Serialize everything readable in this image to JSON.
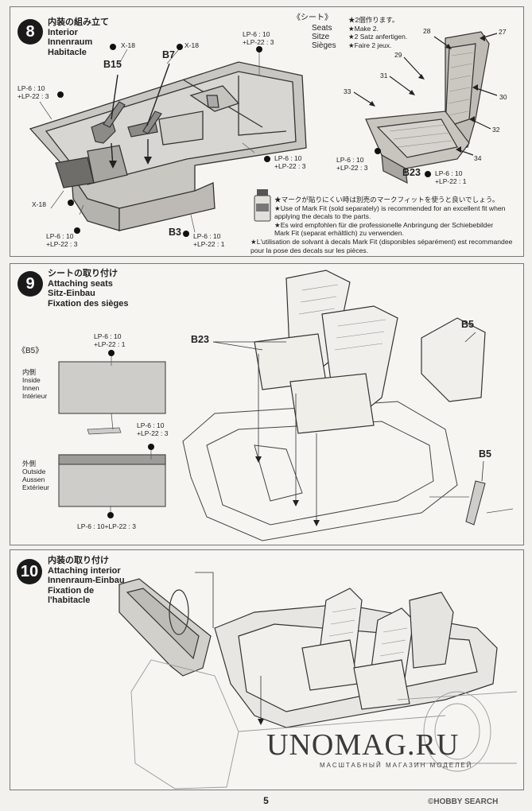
{
  "step8": {
    "number": "8",
    "title": [
      "内装の組み立て",
      "Interior",
      "Innenraum",
      "Habitacle"
    ],
    "labels": {
      "x18_a": "X-18",
      "x18_b": "X-18",
      "x18_c": "X-18",
      "b15": "B15",
      "b7": "B7",
      "b3": "B3",
      "lp_top": "LP-6 : 10\n+LP-22 : 3",
      "lp_left": "LP-6 : 10\n+LP-22 : 3",
      "lp_mid": "LP-6 : 10\n+LP-22 : 3",
      "lp_bl": "LP-6 : 10\n+LP-22 : 3",
      "lp_b3": "LP-6 : 10\n+LP-22 : 1"
    },
    "seats": {
      "title": "《シート》",
      "lines": [
        "Seats",
        "Sitze",
        "Sièges"
      ],
      "make": [
        "★2個作ります。",
        "★Make 2.",
        "★2 Satz anfertigen.",
        "★Faire 2 jeux."
      ],
      "b23": "B23",
      "lp_b23": "LP-6 : 10\n+LP-22 : 1",
      "lp_seat": "LP-6 : 10\n+LP-22 : 3",
      "decals": [
        "27",
        "28",
        "29",
        "30",
        "31",
        "32",
        "33",
        "34"
      ]
    },
    "note": [
      "★マークが貼りにくい時は別売のマークフィットを使うと良いでしょう。",
      "★Use of Mark Fit (sold separately) is recommended for an excellent fit when",
      "applying the decals to the parts.",
      "★Es wird empfohlen für die professionelle Anbringung der Schiebebilder",
      "Mark Fit (separat erhältlich) zu verwenden.",
      "★L'utilisation de solvant à decals Mark Fit (disponibles séparément) est recommandee",
      "pour la pose des decals sur les pièces."
    ]
  },
  "step9": {
    "number": "9",
    "title": [
      "シートの取り付け",
      "Attaching seats",
      "Sitz-Einbau",
      "Fixation des sièges"
    ],
    "b5_title": "《B5》",
    "inside": [
      "内側",
      "Inside",
      "Innen",
      "Intérieur"
    ],
    "outside": [
      "外側",
      "Outside",
      "Aussen",
      "Extérieur"
    ],
    "lp_a": "LP-6 : 10\n+LP-22 : 1",
    "lp_b": "LP-6 : 10\n+LP-22 : 3",
    "lp_c": "LP-6 : 10+LP-22 : 3",
    "b23": "B23",
    "b5_a": "B5",
    "b5_b": "B5"
  },
  "step10": {
    "number": "10",
    "title": [
      "内装の取り付け",
      "Attaching interior",
      "Innenraum-Einbau",
      "Fixation de",
      "l'habitacle"
    ]
  },
  "footer": {
    "page": "5",
    "watermark": "UNOMAG.RU",
    "watermark_sub": "МАСШТАБНЫЙ МАГАЗИН МОДЕЛЕЙ",
    "hobbysearch": "©HOBBY SEARCH"
  }
}
